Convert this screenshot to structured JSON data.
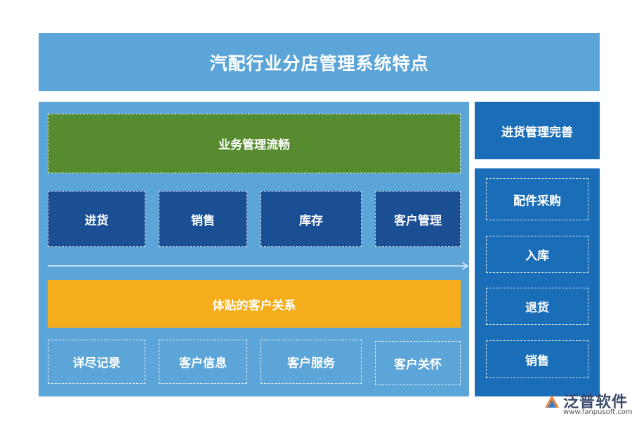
{
  "title": "汽配行业分店管理系统特点",
  "left": {
    "workflow_title": "业务管理流畅",
    "workflow_items": [
      "进货",
      "销售",
      "库存",
      "客户管理"
    ],
    "customer_title": "体贴的客户关系",
    "customer_items": [
      "详尽记录",
      "客户信息",
      "客户服务",
      "客户关怀"
    ]
  },
  "right": {
    "header": "进货管理完善",
    "items": [
      "配件采购",
      "入库",
      "退货",
      "销售"
    ]
  },
  "logo": {
    "brand": "泛普软件",
    "url": "www.fanpusoft.com"
  },
  "colors": {
    "light_blue": "#5ca5d8",
    "green": "#568c2f",
    "navy": "#1a4f94",
    "orange": "#f5ad1b",
    "blue": "#1a6db7"
  }
}
